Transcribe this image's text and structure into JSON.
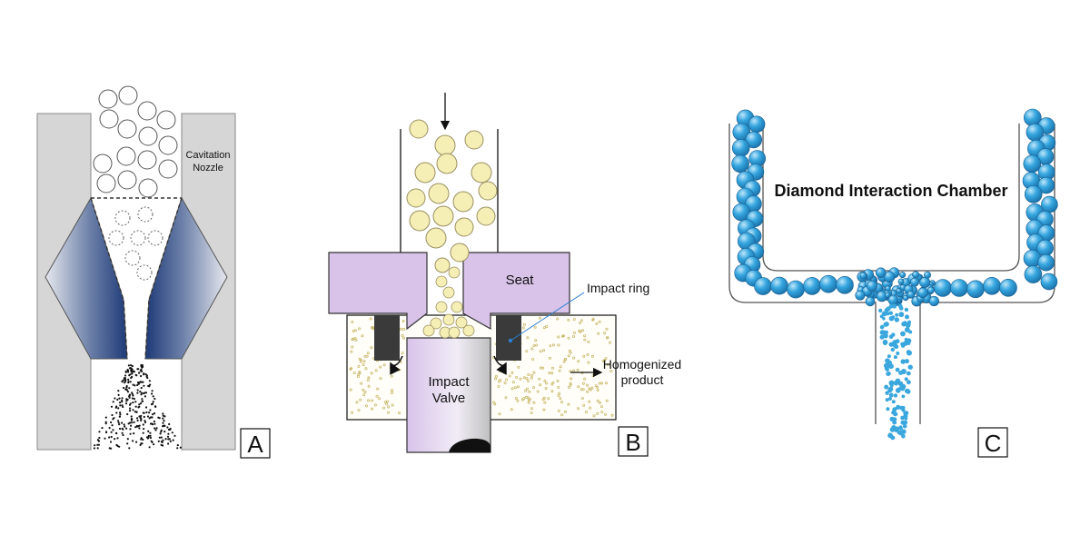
{
  "panels": {
    "a": {
      "letter": "A",
      "nozzle_line1": "Cavitation",
      "nozzle_line2": "Nozzle"
    },
    "b": {
      "letter": "B",
      "seat": "Seat",
      "impact_ring": "Impact ring",
      "valve_line1": "Impact",
      "valve_line2": "Valve",
      "product_line1": "Homogenized",
      "product_line2": "product"
    },
    "c": {
      "letter": "C",
      "chamber": "Diamond Interaction Chamber"
    }
  },
  "colors": {
    "wall_gray": "#d6d6d6",
    "nozzle_dark": "#1e3a78",
    "seat_purple": "#d9c3e8",
    "droplet_yellow": "#f5efb6",
    "impact_ring_dark": "#3a3a3a",
    "bead_blue": "#2a9bd6",
    "callout_blue": "#2a7fd4"
  }
}
